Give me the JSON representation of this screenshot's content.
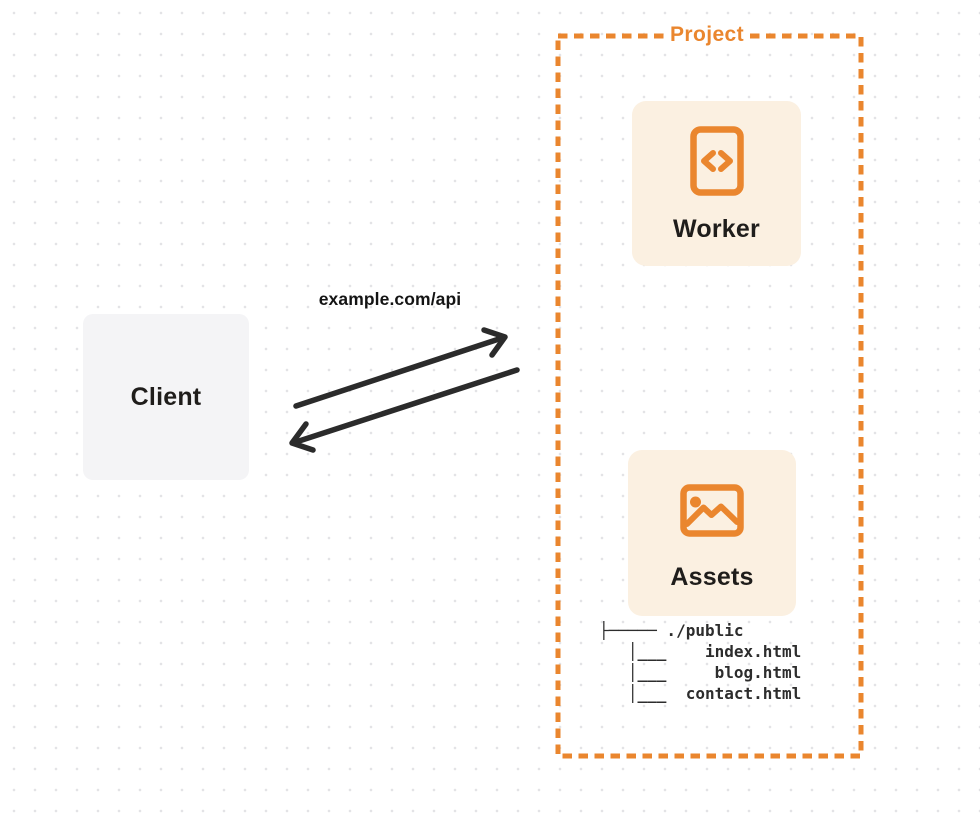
{
  "client": {
    "label": "Client"
  },
  "request": {
    "url_label": "example.com/api"
  },
  "project": {
    "label": "Project",
    "worker": {
      "label": "Worker",
      "icon": "code-icon"
    },
    "assets": {
      "label": "Assets",
      "icon": "image-icon"
    },
    "file_tree": {
      "lines": [
        "├───── ./public",
        "   │___    index.html",
        "   │___     blog.html",
        "   │___  contact.html"
      ]
    }
  },
  "colors": {
    "orange": "#EA862E",
    "card_background": "#FBF0E1",
    "client_background": "#F4F4F6",
    "arrow": "#2B2B2B",
    "text": "#1F1D1B",
    "dot_grid": "#E3E3E6"
  }
}
